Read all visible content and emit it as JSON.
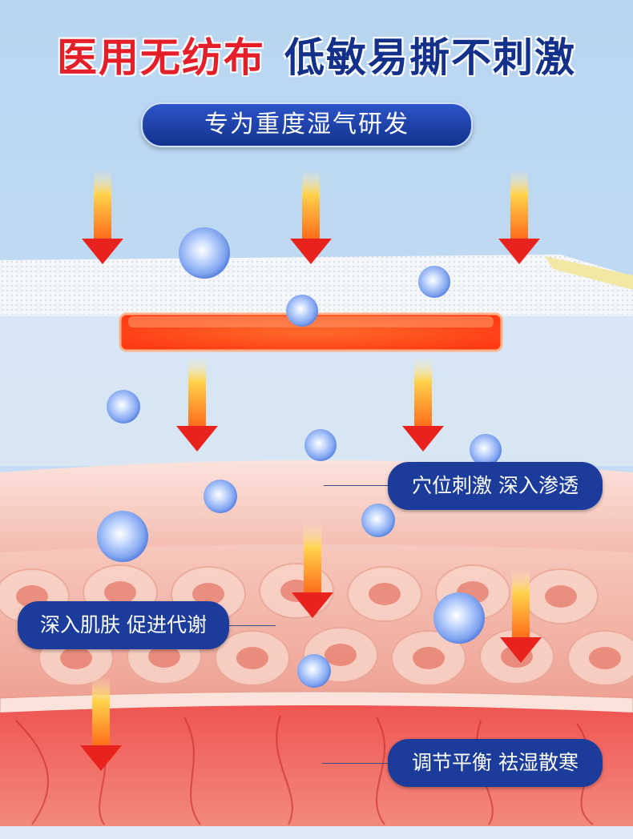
{
  "headline": {
    "part1": "医用无纺布",
    "part2": "低敏易撕不刺激"
  },
  "subtitle": "专为重度湿气研发",
  "callouts": [
    {
      "id": "acupoint",
      "label": "穴位刺激 深入渗透"
    },
    {
      "id": "skin",
      "label": "深入肌肤 促进代谢"
    },
    {
      "id": "balance",
      "label": "调节平衡 祛湿散寒"
    }
  ],
  "colors": {
    "red": "#e41f2a",
    "navy": "#13318a",
    "pill": "#1b3c9a",
    "arrow": "#e8231d"
  }
}
